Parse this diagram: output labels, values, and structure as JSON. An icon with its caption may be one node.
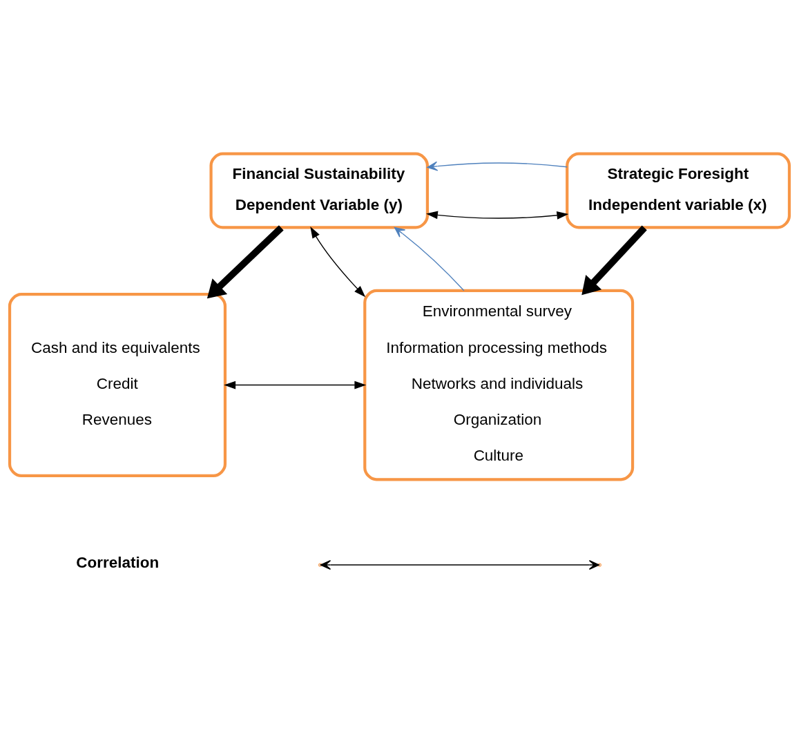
{
  "diagram": {
    "nodes": [
      {
        "text": [
          "Financial Sustainability",
          "Dependent Variable (y)"
        ]
      },
      {
        "text": [
          "Strategic Foresight",
          "Independent variable (x)"
        ]
      },
      {
        "text": [
          "Cash and its equivalents",
          "Credit",
          "Revenues"
        ]
      },
      {
        "text": [
          "Environmental survey",
          "Information processing methods",
          "Networks and individuals",
          "Organization",
          "Culture"
        ]
      }
    ],
    "edges": [
      {
        "from": 0,
        "to": 1,
        "arrow": "both"
      },
      {
        "from": 1,
        "to": 0,
        "arrow": "to",
        "color": "#4f81bd"
      },
      {
        "from": 0,
        "to": 2,
        "arrow": "to",
        "style": "thick"
      },
      {
        "from": 1,
        "to": 3,
        "arrow": "to",
        "style": "thick"
      },
      {
        "from": 0,
        "to": 3,
        "arrow": "both"
      },
      {
        "from": 3,
        "to": 0,
        "arrow": "to",
        "color": "#4f81bd"
      },
      {
        "from": 2,
        "to": 3,
        "arrow": "both"
      }
    ],
    "legend": [
      {
        "text": "Correlation"
      }
    ]
  }
}
